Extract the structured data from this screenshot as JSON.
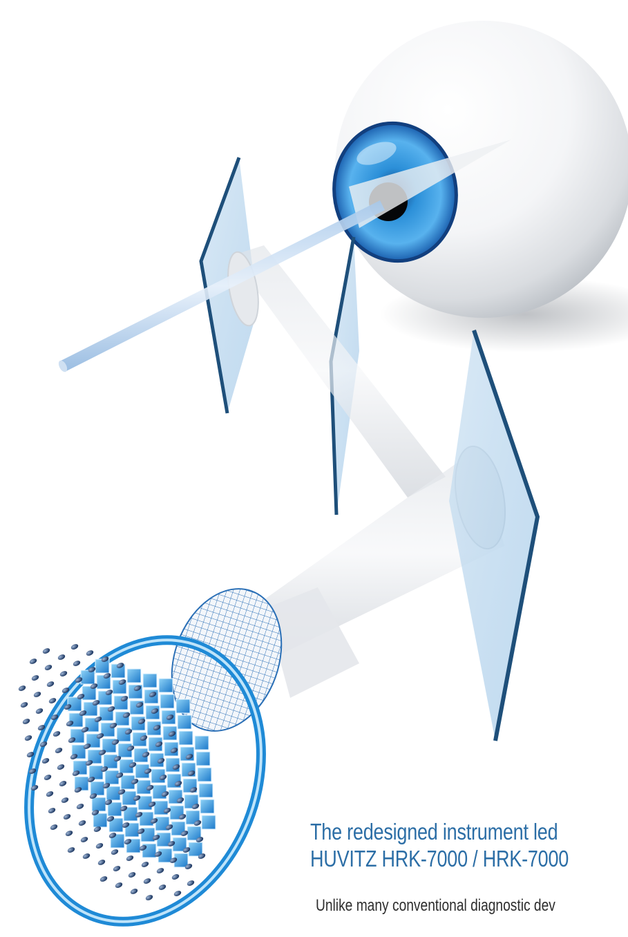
{
  "figure": {
    "subject": "eyeball with light beam passing through three glass plates into a lens mesh and sensor array",
    "colors": {
      "brand_blue": "#2c6ea6",
      "plate_edge": "#1e4f7a",
      "iris": "#2b8fd8",
      "sensor": "#1f8ad6"
    }
  },
  "text": {
    "headline_line1": "The redesigned instrument led",
    "headline_line2": "HUVITZ HRK-7000 / HRK-7000",
    "body": "Unlike many conventional diagnostic dev"
  }
}
